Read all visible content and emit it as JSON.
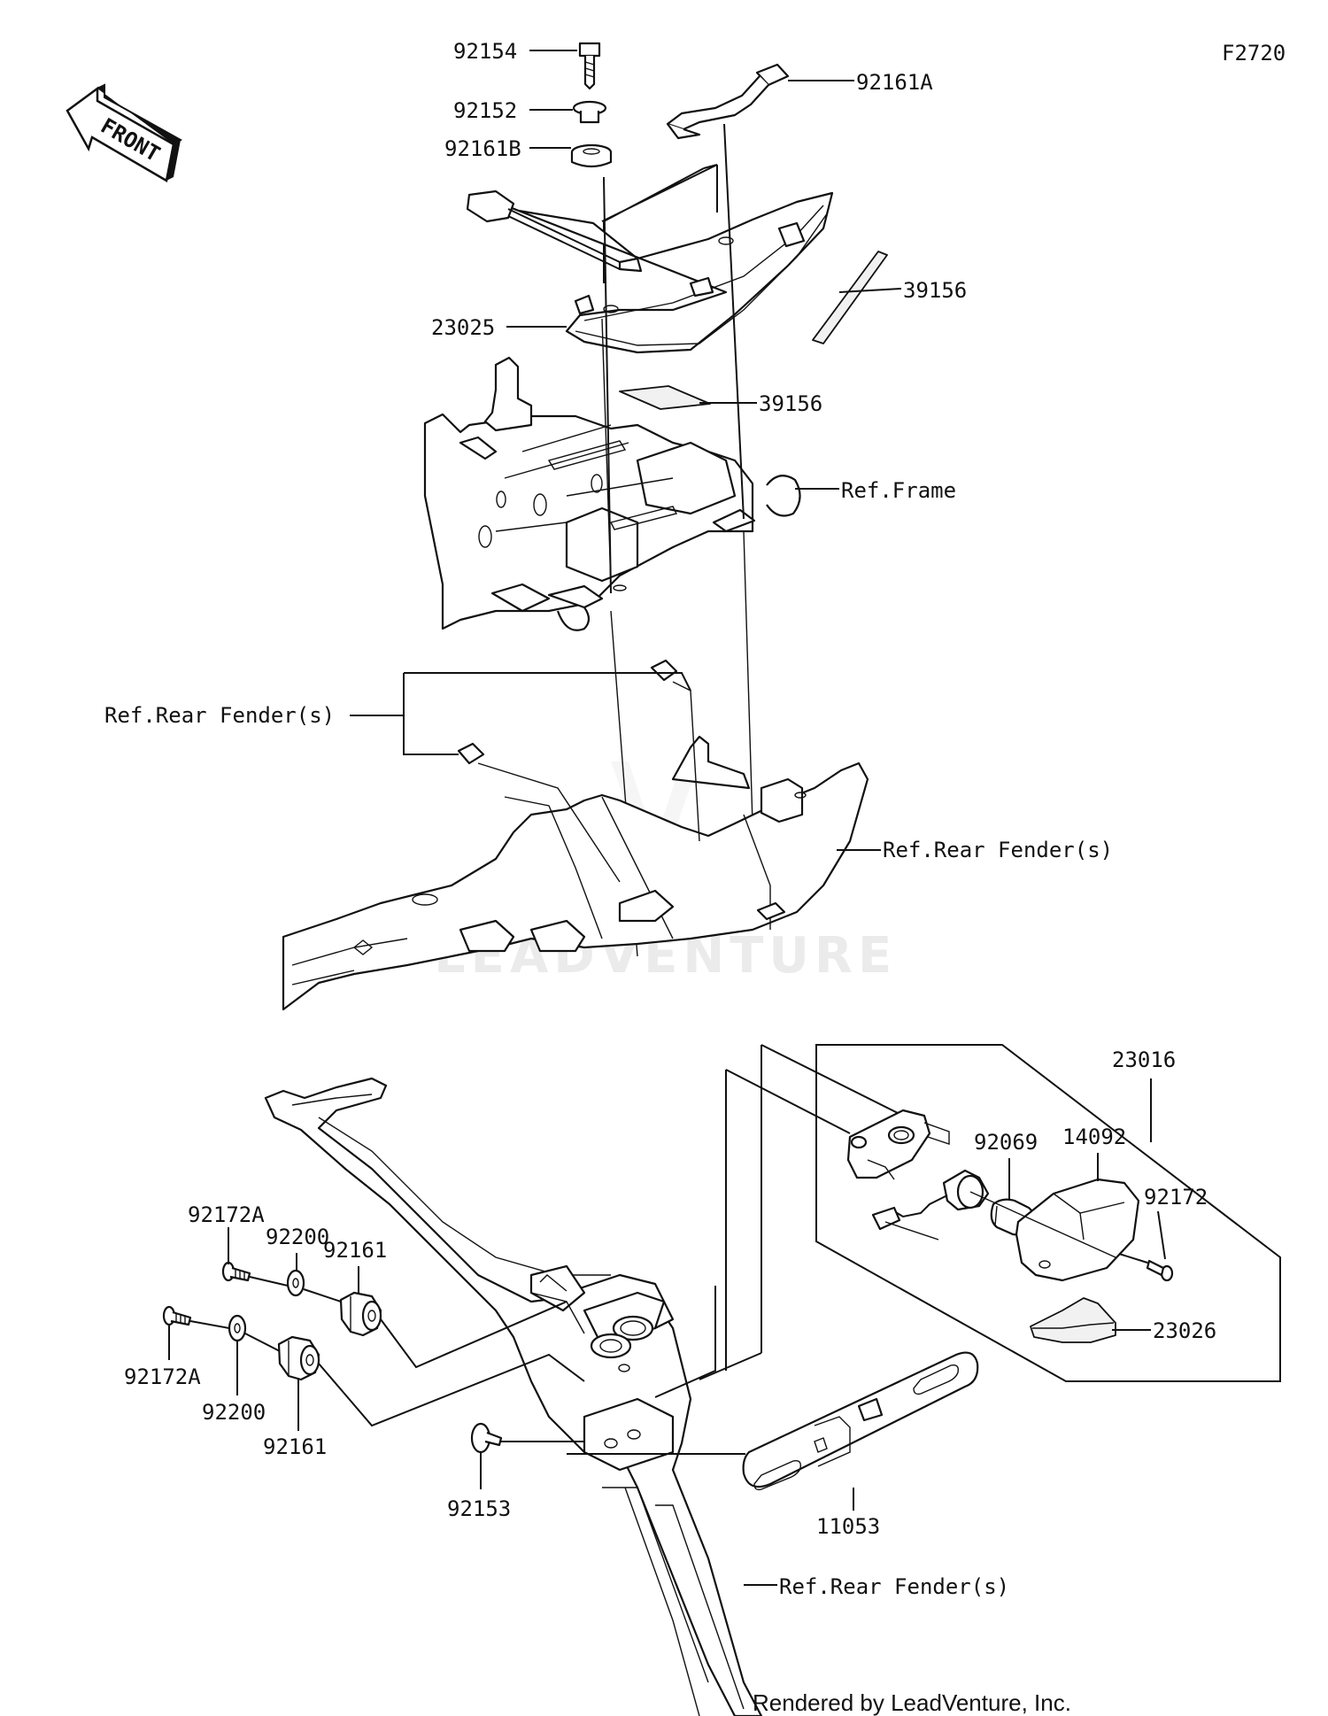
{
  "diagram_code": "F2720",
  "front_label": "FRONT",
  "watermark": "LEADVENTURE",
  "credit": "Rendered by LeadVenture, Inc.",
  "labels": {
    "p92154": "92154",
    "p92152": "92152",
    "p92161B": "92161B",
    "p92161A": "92161A",
    "p39156a": "39156",
    "p39156b": "39156",
    "p23025": "23025",
    "ref_frame": "Ref.Frame",
    "ref_fender_1": "Ref.Rear Fender(s)",
    "ref_fender_2": "Ref.Rear Fender(s)",
    "ref_fender_3": "Ref.Rear Fender(s)",
    "p23016": "23016",
    "p92069": "92069",
    "p14092": "14092",
    "p92172": "92172",
    "p23026": "23026",
    "p92172A_1": "92172A",
    "p92172A_2": "92172A",
    "p92200_1": "92200",
    "p92200_2": "92200",
    "p92161_1": "92161",
    "p92161_2": "92161",
    "p92153": "92153",
    "p11053": "11053"
  }
}
